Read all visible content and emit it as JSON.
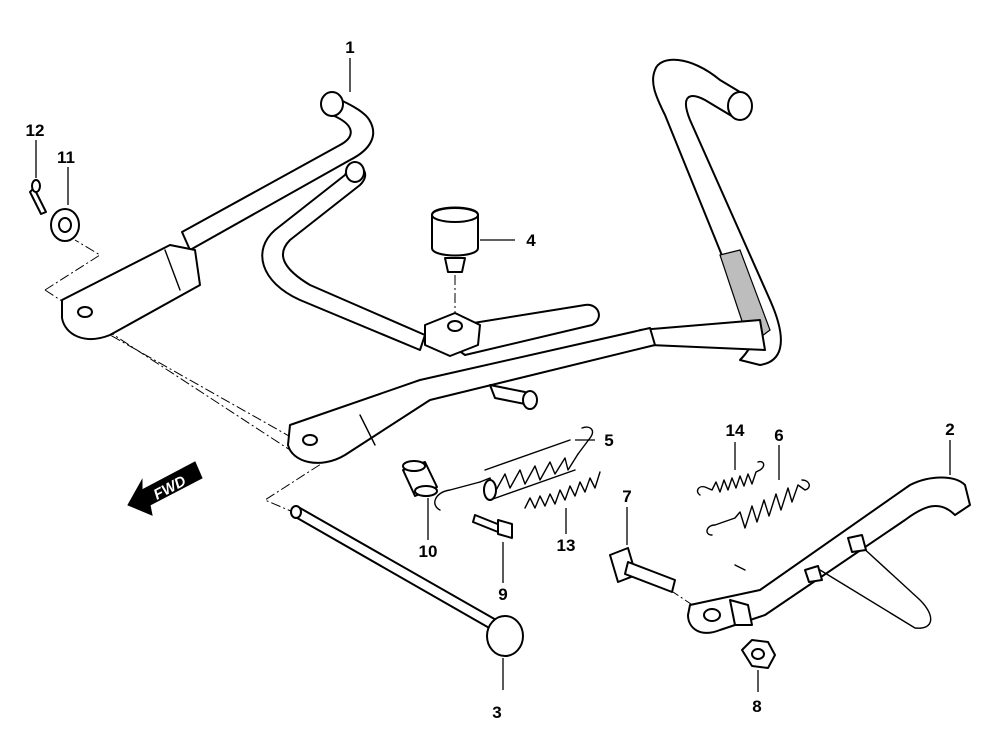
{
  "callouts": {
    "c1": "1",
    "c2": "2",
    "c3": "3",
    "c4": "4",
    "c5": "5",
    "c6": "6",
    "c7": "7",
    "c8": "8",
    "c9": "9",
    "c10": "10",
    "c11": "11",
    "c12": "12",
    "c13": "13",
    "c14": "14"
  },
  "direction": {
    "label": "FWD"
  },
  "colors": {
    "line": "#000000",
    "background": "#ffffff",
    "shade": "#bdbdbd"
  }
}
